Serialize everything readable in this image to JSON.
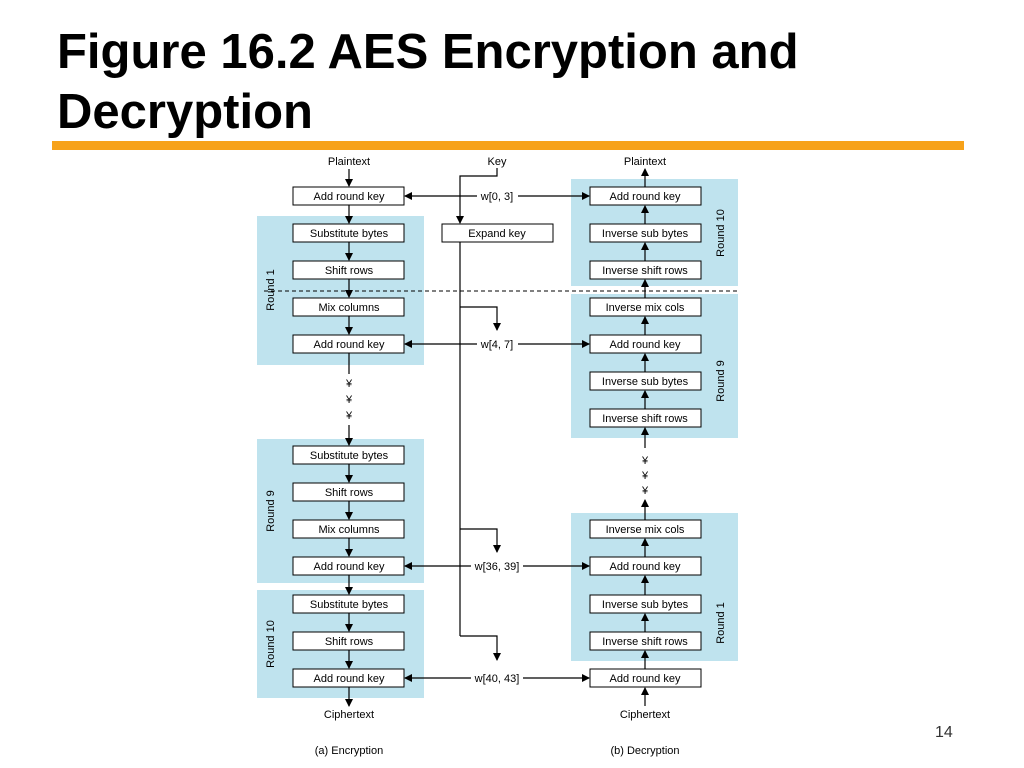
{
  "slide": {
    "title": "Figure 16.2 AES Encryption and Decryption",
    "page_number": "14"
  },
  "colors": {
    "title_rule": "#f7a21a",
    "round_panel": "#bfe3ee",
    "box_border": "#000000",
    "line": "#000000"
  },
  "encryption": {
    "input_label": "Plaintext",
    "output_label": "Ciphertext",
    "caption": "(a) Encryption",
    "initial_step": "Add round key",
    "rounds": [
      {
        "label": "Round 1",
        "steps": [
          "Substitute bytes",
          "Shift rows",
          "Mix columns",
          "Add round key"
        ]
      },
      {
        "label": "Round 9",
        "steps": [
          "Substitute bytes",
          "Shift rows",
          "Mix columns",
          "Add round key"
        ]
      },
      {
        "label": "Round 10",
        "steps": [
          "Substitute bytes",
          "Shift rows",
          "Add round key"
        ]
      }
    ]
  },
  "decryption": {
    "input_label": "Ciphertext",
    "output_label": "Plaintext",
    "caption": "(b) Decryption",
    "final_step": "Add round key",
    "rounds": [
      {
        "label": "Round 10",
        "steps": [
          "Add round key",
          "Inverse sub bytes",
          "Inverse shift rows"
        ]
      },
      {
        "label": "Round 9",
        "steps": [
          "Inverse mix cols",
          "Add round key",
          "Inverse sub bytes",
          "Inverse shift rows"
        ]
      },
      {
        "label": "Round 1",
        "steps": [
          "Inverse mix cols",
          "Add round key",
          "Inverse sub bytes",
          "Inverse shift rows"
        ]
      }
    ]
  },
  "key_schedule": {
    "key_label": "Key",
    "expand_label": "Expand key",
    "words": [
      "w[0, 3]",
      "w[4, 7]",
      "w[36, 39]",
      "w[40, 43]"
    ]
  },
  "ellipsis_glyph": "¥"
}
